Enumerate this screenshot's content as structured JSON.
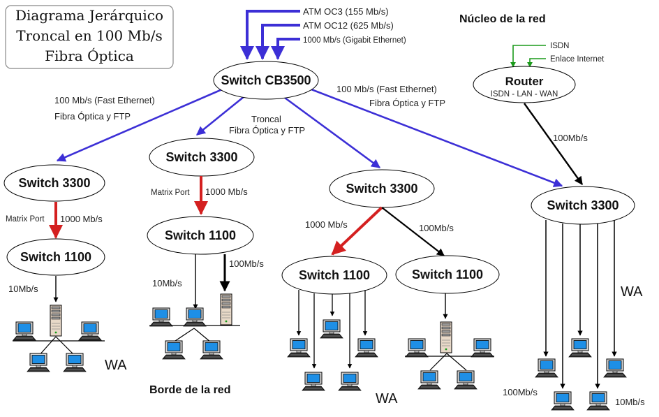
{
  "title_box": {
    "line1": "Diagrama Jerárquico",
    "line2": "Troncal en 100 Mb/s",
    "line3": "Fibra Óptica"
  },
  "core_label": "Núcleo de la red",
  "edge_label": "Borde de la red",
  "wan_links": {
    "atm_oc3": "ATM OC3   (155 Mb/s)",
    "atm_oc12": "ATM OC12 (625 Mb/s)",
    "gigabit": "1000 Mb/s (Gigabit Ethernet)"
  },
  "router": {
    "name": "Router",
    "sub": "ISDN - LAN - WAN",
    "isdn": "ISDN",
    "internet": "Enlace Internet"
  },
  "nodes": {
    "core": "Switch CB3500",
    "s3300_a": "Switch 3300",
    "s3300_b": "Switch 3300",
    "s3300_c": "Switch 3300",
    "s3300_d": "Switch 3300",
    "s1100_a": "Switch 1100",
    "s1100_b": "Switch 1100",
    "s1100_c": "Switch 1100",
    "s1100_d": "Switch 1100"
  },
  "link_labels": {
    "left_fast_1": "100 Mb/s (Fast Ethernet)",
    "left_fast_2": "Fibra Óptica y FTP",
    "troncal_1": "Troncal",
    "troncal_2": "Fibra Óptica y FTP",
    "right_fast_1": "100 Mb/s (Fast Ethernet)",
    "right_fast_2": "Fibra Óptica y FTP",
    "router_link": "100Mb/s",
    "matrix_a": "Matrix Port",
    "gig_a": "1000 Mb/s",
    "matrix_b": "Matrix Port",
    "gig_b": "1000 Mb/s",
    "gig_c": "1000 Mb/s",
    "hundred_c": "100Mb/s",
    "ten_a": "10Mb/s",
    "ten_b": "10Mb/s",
    "hundred_b": "100Mb/s",
    "hundred_d": "100Mb/s",
    "ten_d": "10Mb/s"
  },
  "wa_labels": {
    "a": "WA",
    "b": "WA",
    "c": "WA"
  },
  "colors": {
    "fast_ethernet": "#3c2fd6",
    "gigabit": "#d42020",
    "copper": "#000000",
    "router_green": "#1a9a1a"
  }
}
